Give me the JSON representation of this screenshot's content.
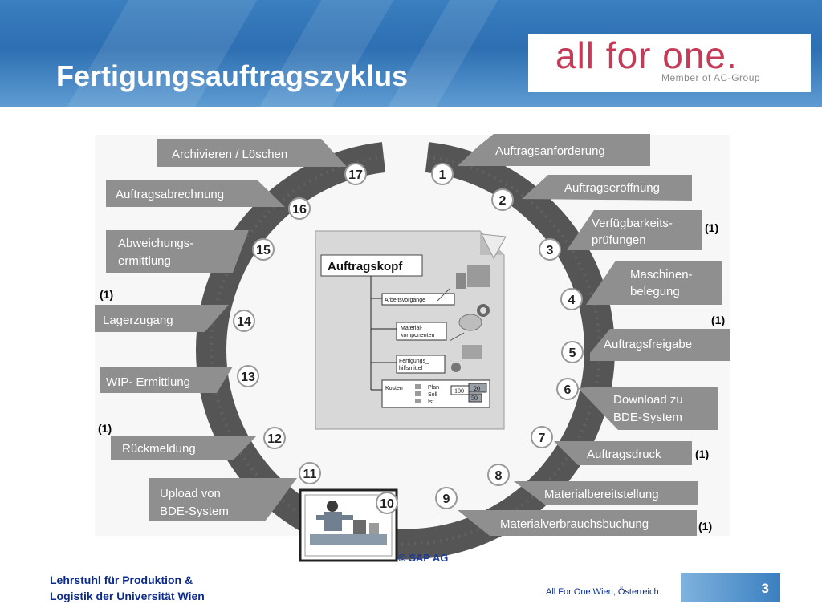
{
  "slide": {
    "title": "Fertigungsauftragszyklus",
    "logo": {
      "name": "all for one.",
      "subtitle": "Member of AC-Group"
    },
    "copyright": "© SAP AG",
    "footer": {
      "left_line1": "Lehrstuhl für Produktion &",
      "left_line2": "Logistik der Universität Wien",
      "right": "All For One Wien, Österreich",
      "page": "3"
    }
  },
  "cycle": {
    "steps": [
      {
        "num": "1",
        "lines": [
          "Auftragsanforderung"
        ]
      },
      {
        "num": "2",
        "lines": [
          "Auftragseröffnung"
        ]
      },
      {
        "num": "3",
        "lines": [
          "Verfügbarkeits-",
          "prüfungen"
        ],
        "note": "(1)"
      },
      {
        "num": "4",
        "lines": [
          "Maschinen-",
          "belegung"
        ]
      },
      {
        "num": "5",
        "lines": [
          "Auftragsfreigabe"
        ],
        "note": "(1)"
      },
      {
        "num": "6",
        "lines": [
          "Download zu",
          "BDE-System"
        ]
      },
      {
        "num": "7",
        "lines": [
          "Auftragsdruck"
        ],
        "note": "(1)"
      },
      {
        "num": "8",
        "lines": [
          "Materialbereitstellung"
        ]
      },
      {
        "num": "9",
        "lines": [
          "Materialverbrauchsbuchung"
        ],
        "note": "(1)"
      },
      {
        "num": "10",
        "lines": []
      },
      {
        "num": "11",
        "lines": [
          "Upload von",
          "BDE-System"
        ]
      },
      {
        "num": "12",
        "lines": [
          "Rückmeldung"
        ],
        "note": "(1)"
      },
      {
        "num": "13",
        "lines": [
          "WIP- Ermittlung"
        ]
      },
      {
        "num": "14",
        "lines": [
          "Lagerzugang"
        ],
        "note": "(1)"
      },
      {
        "num": "15",
        "lines": [
          "Abweichungs-",
          "ermittlung"
        ]
      },
      {
        "num": "16",
        "lines": [
          "Auftragsabrechnung"
        ]
      },
      {
        "num": "17",
        "lines": [
          "Archivieren / Löschen"
        ]
      }
    ]
  },
  "order_doc": {
    "header": "Auftragskopf",
    "items": [
      "Arbeitsvorgänge",
      "Material-",
      "komponenten",
      "Fertigungs_",
      "hilfsmittel",
      "Kosten"
    ],
    "cost_rows": [
      "Plan",
      "Soll",
      "Ist"
    ],
    "cost_values": [
      "100",
      "20",
      "50"
    ]
  }
}
